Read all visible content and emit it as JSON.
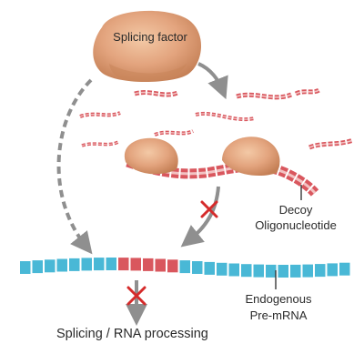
{
  "labels": {
    "splicing_factor": "Splicing factor",
    "decoy_line1": "Decoy",
    "decoy_line2": "Oligonucleotide",
    "premrna_line1": "Endogenous",
    "premrna_line2": "Pre-mRNA",
    "outcome": "Splicing / RNA processing"
  },
  "colors": {
    "protein": "#e3a47e",
    "protein_dark": "#c98559",
    "decoy_red": "#d9575e",
    "decoy_pink": "#f2c2c2",
    "premrna_blue": "#49b8d6",
    "arrow_gray": "#8f8f8f",
    "blocked_x": "#d52b2b"
  }
}
